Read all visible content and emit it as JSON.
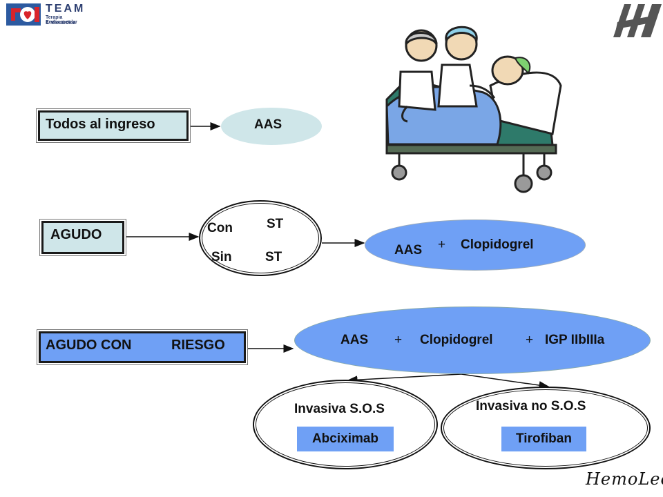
{
  "logo": {
    "brand": "TEAM",
    "line1": "Terapia Endovascular",
    "line2": "& Miocárdica"
  },
  "signature": "HemoLeon",
  "row1": {
    "box": "Todos al ingreso",
    "ellipse": "AAS"
  },
  "row2": {
    "box": "AGUDO",
    "con": "Con",
    "st_top": "ST",
    "sin": "Sin",
    "st_bottom": "ST",
    "aas": "AAS",
    "plus": "+",
    "clopi": "Clopidogrel"
  },
  "row3": {
    "box_part1": "AGUDO CON",
    "box_part2": "RIESGO",
    "aas": "AAS",
    "plus1": "+",
    "clopi": "Clopidogrel",
    "plus2": "+",
    "igp": "IGP IIbIIIa"
  },
  "branches": {
    "left_title": "Invasiva S.O.S",
    "left_drug": "Abciximab",
    "right_title": "Invasiva no S.O.S",
    "right_drug": "Tirofiban"
  },
  "colors": {
    "light_blue": "#cfe6e9",
    "blue": "#6fa0f5",
    "pale": "#dce9ee"
  }
}
